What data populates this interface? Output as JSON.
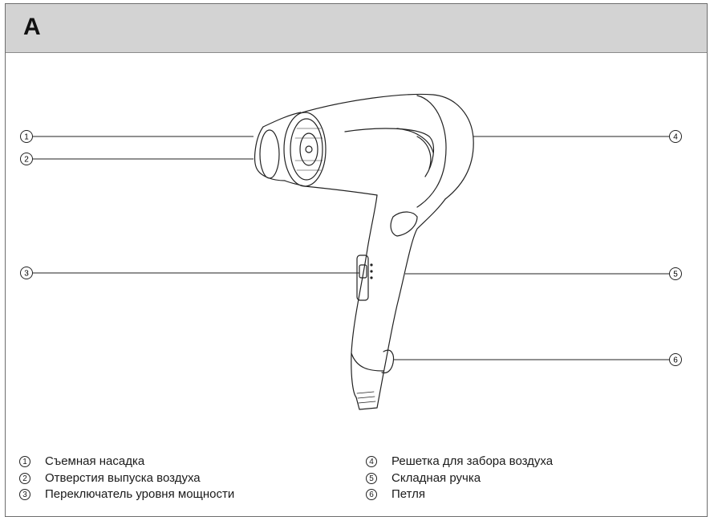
{
  "header": {
    "letter": "A"
  },
  "callouts": [
    "1",
    "2",
    "3",
    "4",
    "5",
    "6"
  ],
  "legend": {
    "left": [
      {
        "num": "1",
        "label": "Съемная насадка"
      },
      {
        "num": "2",
        "label": "Отверстия выпуска воздуха"
      },
      {
        "num": "3",
        "label": "Переключатель уровня мощности"
      }
    ],
    "right": [
      {
        "num": "4",
        "label": "Решетка для забора воздуха"
      },
      {
        "num": "5",
        "label": "Складная ручка"
      },
      {
        "num": "6",
        "label": "Петля"
      }
    ]
  },
  "colors": {
    "header_bg": "#d3d3d3",
    "line": "#222222"
  }
}
